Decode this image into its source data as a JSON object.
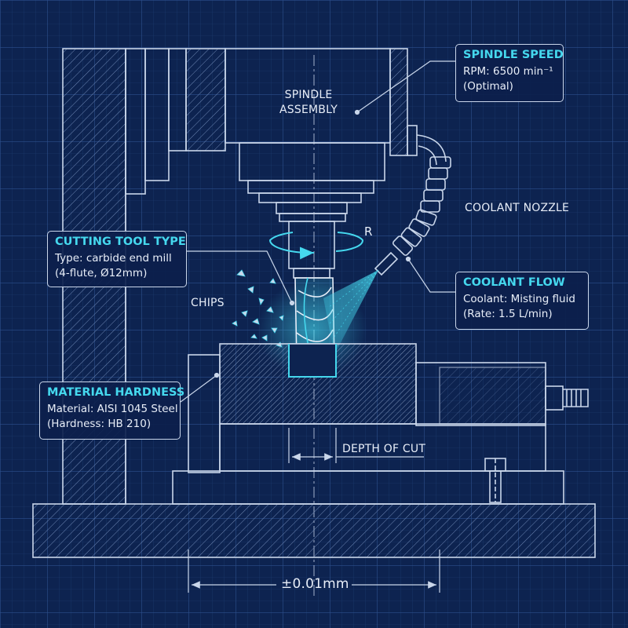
{
  "labels": {
    "spindle_assembly": [
      "SPINDLE",
      "ASSEMBLY"
    ],
    "coolant_nozzle": "COOLANT NOZZLE",
    "chips": "CHIPS",
    "rotation": "R",
    "depth_of_cut": "DEPTH OF CUT",
    "tolerance": "±0.01mm"
  },
  "callouts": {
    "spindle_speed": {
      "title": "SPINDLE SPEED",
      "line1": "RPM: 6500 min⁻¹",
      "line2": "(Optimal)"
    },
    "cutting_tool": {
      "title": "CUTTING TOOL TYPE",
      "line1": "Type: carbide end mill",
      "line2": "(4-flute, Ø12mm)"
    },
    "coolant_flow": {
      "title": "COOLANT FLOW",
      "line1": "Coolant: Misting fluid",
      "line2": "(Rate: 1.5 L/min)"
    },
    "material_hardness": {
      "title": "MATERIAL HARDNESS",
      "line1": "Material: AISI 1045 Steel",
      "line2": "(Hardness: HB 210)"
    }
  },
  "colors": {
    "background": "#0d2350",
    "grid": "#294a86",
    "line": "#c9d6ea",
    "accent_cyan": "#45d8ee"
  }
}
